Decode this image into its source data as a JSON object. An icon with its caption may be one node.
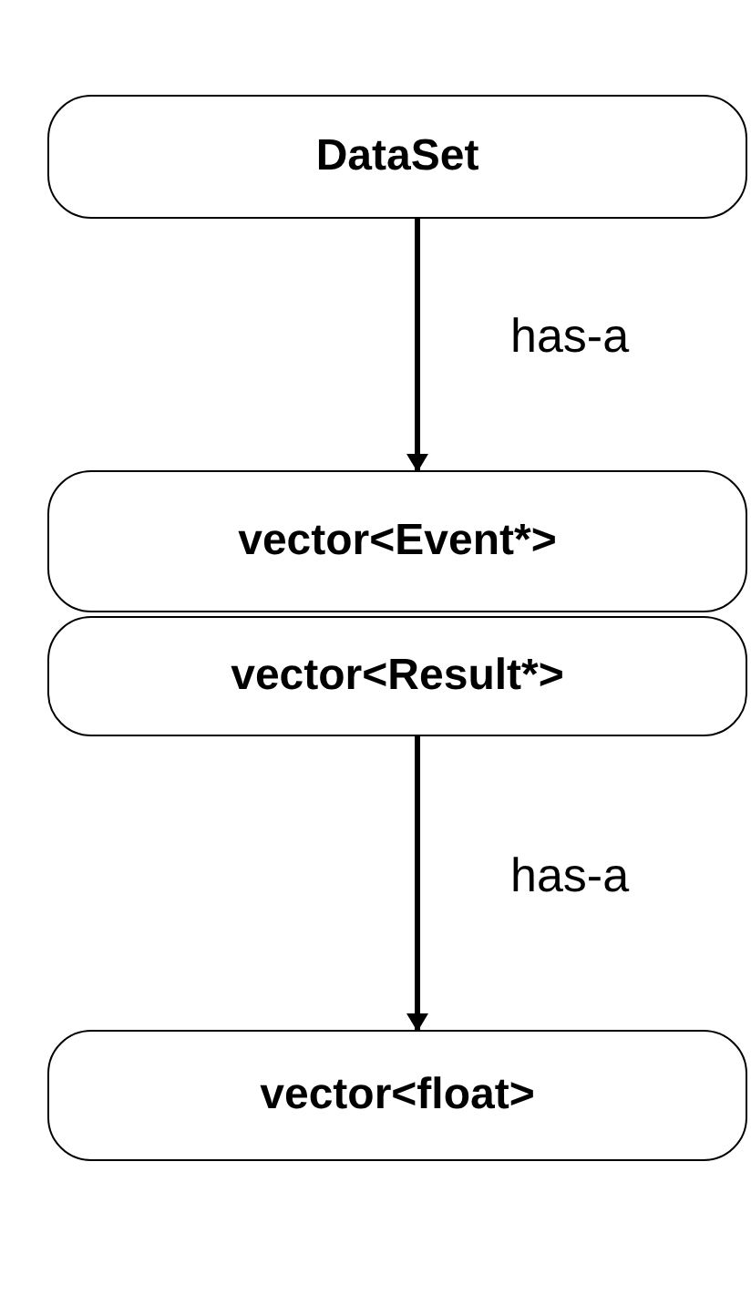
{
  "diagram": {
    "nodes": [
      {
        "text": [
          "DataSet"
        ]
      },
      {
        "text": [
          "vector<Event*>"
        ]
      },
      {
        "text": [
          "vector<Result*>"
        ]
      },
      {
        "text": [
          "vector<float>"
        ]
      }
    ],
    "edges": [
      {
        "from": 0,
        "to": 1,
        "arrow": "to",
        "label": "has-a"
      },
      {
        "from": 2,
        "to": 3,
        "arrow": "to",
        "label": "has-a"
      }
    ]
  }
}
